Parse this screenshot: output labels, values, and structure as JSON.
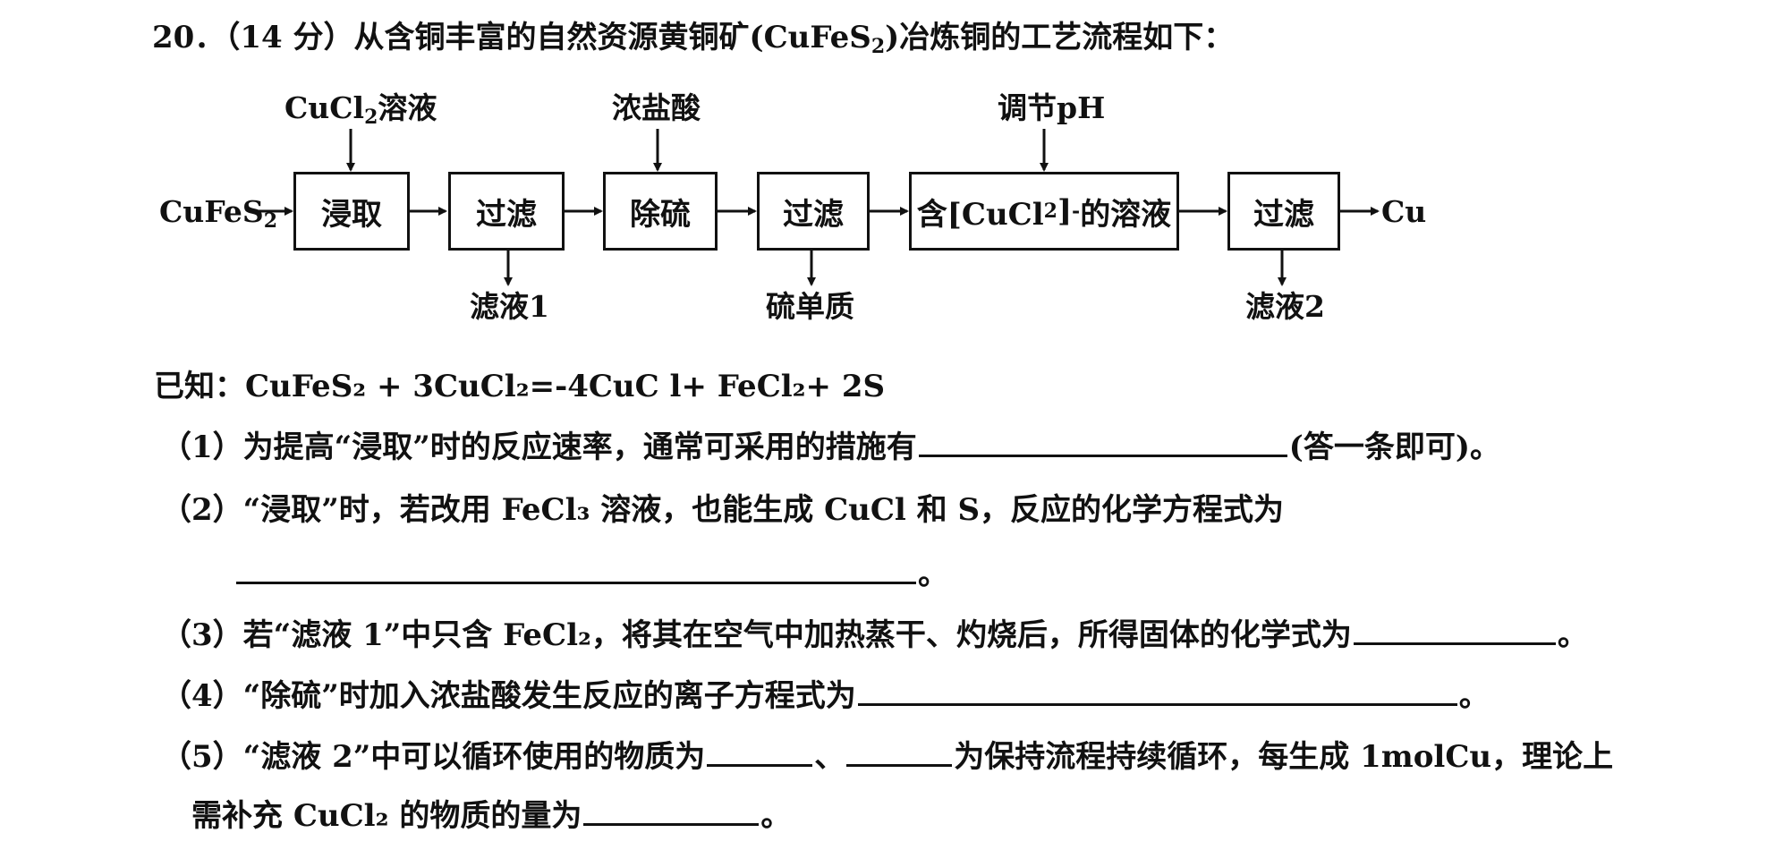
{
  "header": {
    "number": "20．",
    "points": "（14 分）",
    "text": "从含铜丰富的自然资源黄铜矿(CuFeS",
    "sub": "2",
    "tail": ")冶炼铜的工艺流程如下："
  },
  "flow": {
    "input": {
      "text": "CuFeS",
      "sub": "2"
    },
    "reagents": {
      "r1": {
        "text": "CuCl",
        "sub": "2",
        "tail": "溶液"
      },
      "r2": "浓盐酸",
      "r3": "调节pH"
    },
    "boxes": {
      "b1": "浸取",
      "b2": "过滤",
      "b3": "除硫",
      "b4": "过滤",
      "b5": {
        "pre": "含[CuCl",
        "sub": "2",
        "sup": "]",
        "charge": "-",
        "tail": "的溶液"
      },
      "b6": "过滤"
    },
    "outputs": {
      "o1": "滤液1",
      "o2": "硫单质",
      "o3": "滤液2",
      "final": "Cu"
    }
  },
  "known": {
    "label": "已知：",
    "equation": "CuFeS₂ + 3CuCl₂=-4CuC l+ FeCl₂+ 2S"
  },
  "questions": {
    "q1": {
      "num": "（1）",
      "text": "为提高“浸取”时的反应速率，通常可采用的措施有",
      "tail": "(答一条即可)。"
    },
    "q2": {
      "num": "（2）",
      "text": "“浸取”时，若改用 FeCl₃ 溶液，也能生成 CuCl 和 S，反应的化学方程式为",
      "end": "。"
    },
    "q3": {
      "num": "（3）",
      "text": "若“滤液 1”中只含 FeCl₂，将其在空气中加热蒸干、灼烧后，所得固体的化学式为",
      "end": "。"
    },
    "q4": {
      "num": "（4）",
      "text": "“除硫”时加入浓盐酸发生反应的离子方程式为",
      "end": "。"
    },
    "q5": {
      "num": "（5）",
      "text": "“滤液 2”中可以循环使用的物质为",
      "sep": "、",
      "text2": "为保持流程持续循环，每生成 1molCu，理论上",
      "line2": "需补充 CuCl₂ 的物质的量为",
      "end": "。"
    }
  }
}
